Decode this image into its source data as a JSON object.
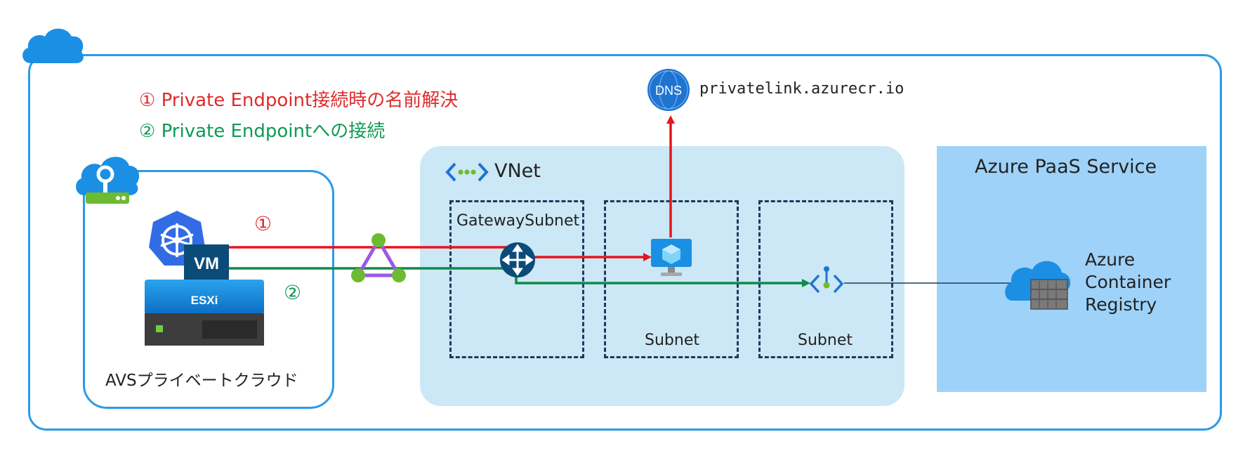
{
  "legend": {
    "dns_resolution": "① Private Endpoint接続時の名前解決",
    "endpoint_connection": "② Private Endpointへの接続"
  },
  "dns": {
    "badge": "DNS",
    "zone": "privatelink.azurecr.io"
  },
  "avs": {
    "vm_label": "VM",
    "esxi_label": "ESXi",
    "caption": "AVSプライベートクラウド"
  },
  "markers": {
    "one": "①",
    "two": "②"
  },
  "vnet": {
    "title": "VNet",
    "gateway_subnet": "GatewaySubnet",
    "subnet_a": "Subnet",
    "subnet_b": "Subnet"
  },
  "paas": {
    "title": "Azure PaaS Service",
    "acr_line1": "Azure",
    "acr_line2": "Container",
    "acr_line3": "Registry"
  },
  "colors": {
    "red_path": "#e8141c",
    "green_path": "#0f8a48",
    "frame_blue": "#2b9be6",
    "vnet_bg": "#cce7f5",
    "paas_bg": "#9fd2f8"
  }
}
